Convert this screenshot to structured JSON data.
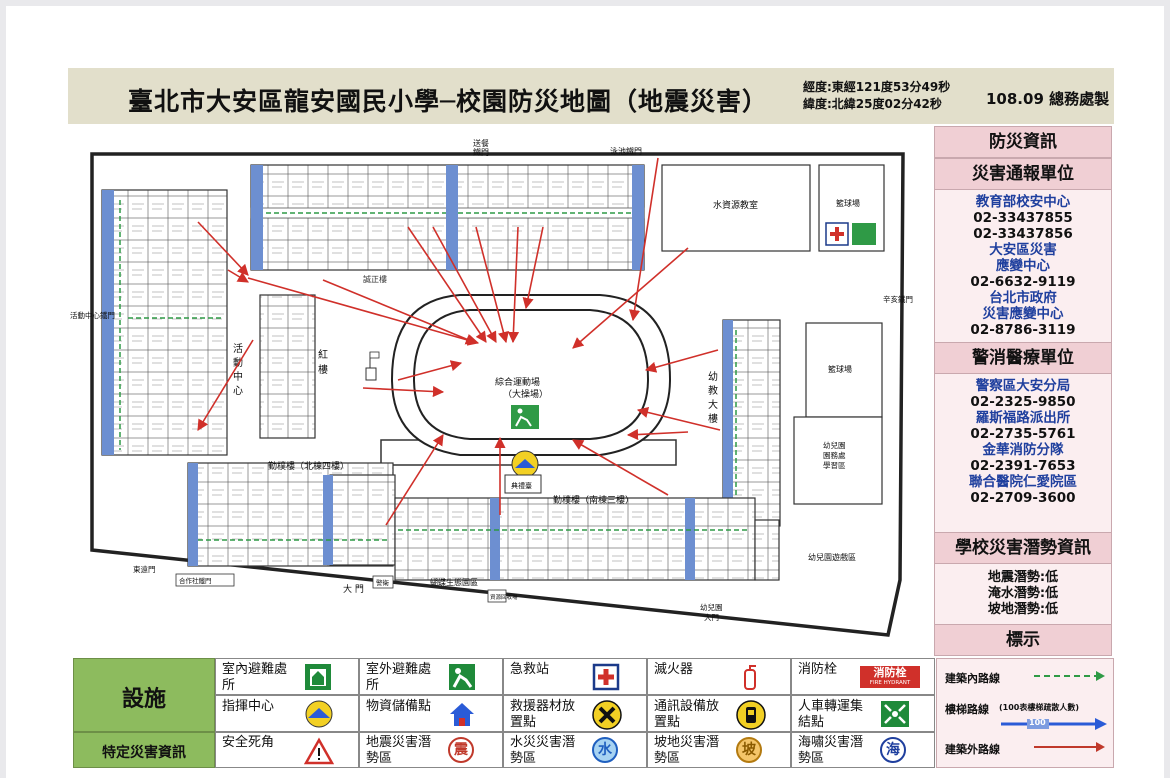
{
  "header": {
    "title": "臺北市大安區龍安國民小學─校園防災地圖（地震災害）",
    "longitude": "經度:東經121度53分49秒",
    "latitude": "緯度:北緯25度02分42秒",
    "maker": "108.09 總務處製"
  },
  "info_panel": {
    "title": "防災資訊",
    "report_title": "災害通報單位",
    "report_lines": [
      {
        "text": "教育部校安中心",
        "kind": "org"
      },
      {
        "text": "02-33437855",
        "kind": "tel"
      },
      {
        "text": "02-33437856",
        "kind": "tel"
      },
      {
        "text": "大安區災害",
        "kind": "org"
      },
      {
        "text": "應變中心",
        "kind": "org"
      },
      {
        "text": "02-6632-9119",
        "kind": "tel"
      },
      {
        "text": "台北市政府",
        "kind": "org"
      },
      {
        "text": "災害應變中心",
        "kind": "org"
      },
      {
        "text": "02-8786-3119",
        "kind": "tel"
      }
    ],
    "police_title": "警消醫療單位",
    "police_lines": [
      {
        "text": "警察區大安分局",
        "kind": "org"
      },
      {
        "text": "02-2325-9850",
        "kind": "tel"
      },
      {
        "text": "羅斯福路派出所",
        "kind": "org"
      },
      {
        "text": "02-2735-5761",
        "kind": "tel"
      },
      {
        "text": "金華消防分隊",
        "kind": "org"
      },
      {
        "text": "02-2391-7653",
        "kind": "tel"
      },
      {
        "text": "聯合醫院仁愛院區",
        "kind": "org"
      },
      {
        "text": "02-2709-3600",
        "kind": "tel"
      }
    ],
    "risk_title": "學校災害潛勢資訊",
    "risk_lines": [
      "地震潛勢:低",
      "淹水潛勢:低",
      "坡地潛勢:低"
    ],
    "legend_title": "標示"
  },
  "map": {
    "labels": {
      "gate_top_center": "送餐",
      "gate_top_center2": "鐵門",
      "gate_swimming": "泳池鐵門",
      "gate_left": "活動中心鐵門",
      "gate_right": "辛亥鐵門",
      "gate_bottom_left": "東遠門",
      "gate_main": "大 門",
      "gate_kindergarten": "幼兒園",
      "gate_kindergarten2": "大門",
      "building_chengzheng": "誠正樓",
      "building_qinpu_north": "勤樸樓（北棟四樓）",
      "building_qinpu_south": "勤樸樓（南棟三樓）",
      "building_red": "紅",
      "building_red2": "樓",
      "building_youjiao": "幼",
      "building_youjiao2": "教",
      "building_youjiao3": "大",
      "building_youjiao4": "樓",
      "activity_center": "活",
      "activity_center2": "動",
      "activity_center3": "中",
      "activity_center4": "心",
      "water_classroom": "水資源教室",
      "basketball_top": "籃球場",
      "basketball_right": "籃球場",
      "playground": "綜合運動場",
      "playground2": "（大操場）",
      "command_center": "指揮中心",
      "shelter": "典禮臺",
      "ecology_area": "蝴蝶生態園區",
      "kindergarten_play": "幼兒園遊戲區",
      "kindergarten_building": "幼兒園",
      "kindergarten_building2": "園務處",
      "kindergarten_building3": "學習區",
      "small_gate": "合作社鐵門",
      "guard": "警衛",
      "temp_zone": "資源回收場"
    }
  },
  "legend": {
    "facilities_label": "設施",
    "special_label": "特定災害資訊",
    "items": [
      {
        "label": "室內避難處所",
        "icon": "indoor-shelter-icon"
      },
      {
        "label": "室外避難處所",
        "icon": "outdoor-shelter-icon"
      },
      {
        "label": "急救站",
        "icon": "first-aid-icon"
      },
      {
        "label": "滅火器",
        "icon": "fire-extinguisher-icon"
      },
      {
        "label": "消防栓",
        "icon": "fire-hydrant-icon"
      },
      {
        "label": "指揮中心",
        "icon": "command-center-icon"
      },
      {
        "label": "物資儲備點",
        "icon": "supply-storage-icon"
      },
      {
        "label": "救援器材放置點",
        "icon": "rescue-equipment-icon"
      },
      {
        "label": "通訊設備放置點",
        "icon": "communication-equipment-icon"
      },
      {
        "label": "人車轉運集結點",
        "icon": "assembly-point-icon"
      }
    ],
    "special_items": [
      {
        "label": "安全死角",
        "icon": "danger-triangle-icon"
      },
      {
        "label": "地震災害潛勢區",
        "icon": "earthquake-zone-icon",
        "glyph": "震"
      },
      {
        "label": "水災災害潛勢區",
        "icon": "flood-zone-icon",
        "glyph": "水"
      },
      {
        "label": "坡地災害潛勢區",
        "icon": "slope-zone-icon",
        "glyph": "坡"
      },
      {
        "label": "海嘯災害潛勢區",
        "icon": "tsunami-zone-icon",
        "glyph": "海"
      }
    ],
    "hydrant_text": "消防栓",
    "hydrant_sub": "FIRE HYDRANT",
    "route_indoor": "建築內路線",
    "route_stairs": "樓梯路線",
    "route_stairs_note": "(100表樓梯疏散人數)",
    "route_stairs_value": "100",
    "route_outdoor": "建築外路線",
    "colors": {
      "green": "#1f8a3a",
      "blue": "#2a5bd7",
      "red": "#c0392b",
      "facility_bg": "#8dbb5e"
    }
  }
}
